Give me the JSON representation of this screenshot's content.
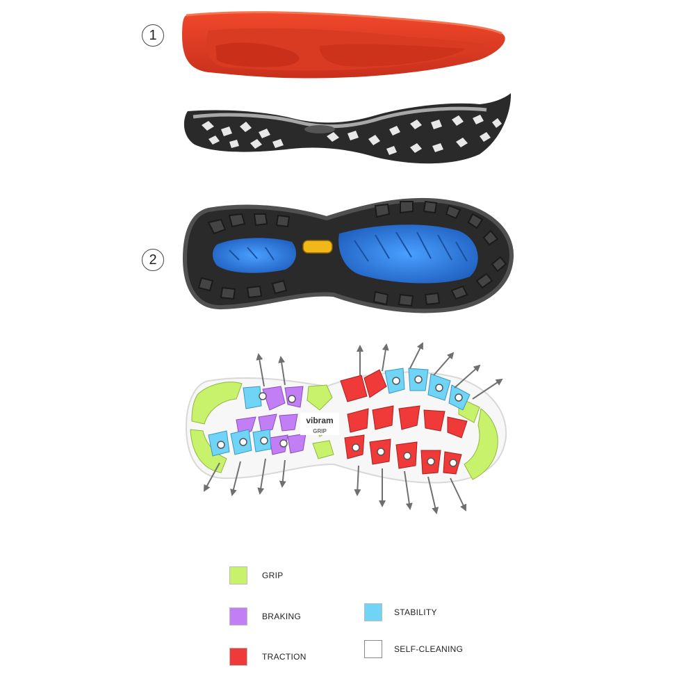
{
  "steps": [
    {
      "number": "1"
    },
    {
      "number": "2"
    }
  ],
  "sole_logo": {
    "brand": "vibram",
    "compound": "GRIP"
  },
  "legend": {
    "grip": {
      "label": "GRIP",
      "color": "#c8f26c"
    },
    "braking": {
      "label": "BRAKING",
      "color": "#c27ef5"
    },
    "traction": {
      "label": "TRACTION",
      "color": "#f03a3a"
    },
    "stability": {
      "label": "STABILITY",
      "color": "#6fd4f5"
    },
    "self_cleaning": {
      "label": "SELF-CLEANING",
      "icon": "arrow-icon"
    }
  },
  "colors": {
    "midsole_red": "#e8402a",
    "outsole_black": "#2a2a2a",
    "outsole_blue": "#2f7fe0",
    "logo_yellow": "#f2b81a",
    "arrow_gray": "#707070"
  }
}
